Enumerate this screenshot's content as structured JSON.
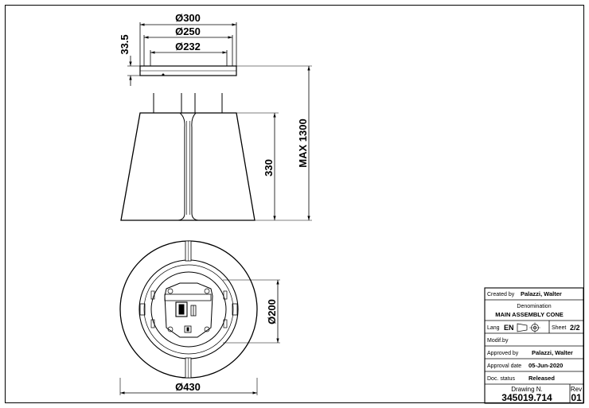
{
  "dimensions": {
    "outer_diameter_top": "Ø300",
    "mid_diameter_top": "Ø250",
    "inner_diameter_top": "Ø232",
    "collar_height": "33.5",
    "max_height": "MAX 1300",
    "cone_height": "330",
    "plan_inner_diameter": "Ø200",
    "plan_outer_diameter": "Ø430"
  },
  "title_block": {
    "created_by_label": "Created by",
    "created_by_value": "Palazzi, Walter",
    "denomination_label": "Denomination",
    "denomination_value": "MAIN ASSEMBLY CONE",
    "lang_label": "Lang",
    "lang_value": "EN",
    "sheet_label": "Sheet",
    "sheet_value": "2/2",
    "modif_label": "Modif.by",
    "approved_by_label": "Approved by",
    "approved_by_value": "Palazzi, Walter",
    "approval_date_label": "Approval date",
    "approval_date_value": "05-Jun-2020",
    "doc_status_label": "Doc. status",
    "doc_status_value": "Released",
    "drawing_label": "Drawing N.",
    "drawing_value": "345019.714",
    "rev_label": "Rev",
    "rev_value": "01"
  }
}
